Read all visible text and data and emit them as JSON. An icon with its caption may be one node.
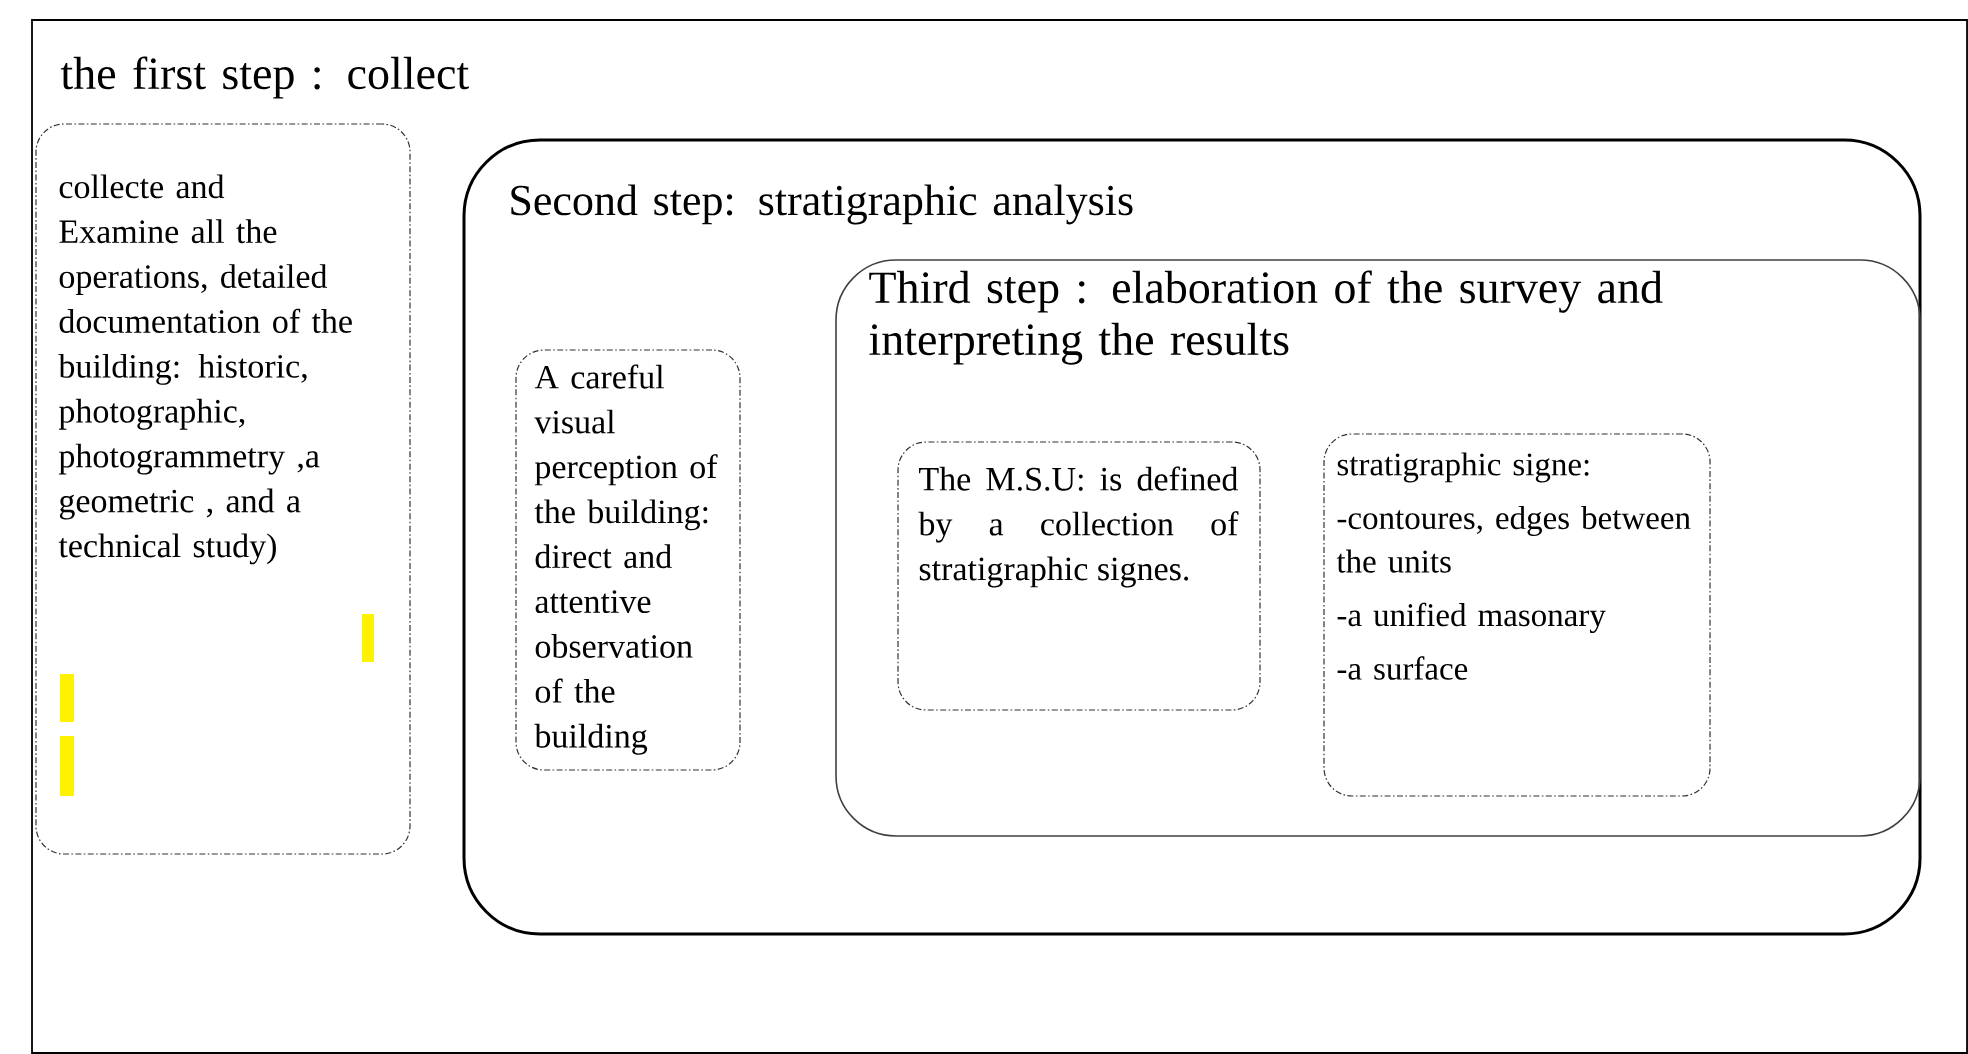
{
  "diagram": {
    "nodes": [
      {
        "text": [
          "the first step : collect"
        ]
      },
      {
        "text": [
          "collecte and Examine all the operations, detailed documentation of the building: historic, photographic, photogrammetry ,a geometric , and a technical study)"
        ],
        "in": 0
      },
      {
        "text": [
          "Second step: stratigraphic analysis"
        ],
        "in": 0
      },
      {
        "text": [
          "A careful visual perception of the building: direct and attentive observation of the building"
        ],
        "in": 2
      },
      {
        "text": [
          "Third step : elaboration of the survey and interpreting the results"
        ],
        "in": 2
      },
      {
        "text": [
          "The M.S.U: is defined by a collection of stratigraphic signes."
        ],
        "in": 4
      },
      {
        "text": [
          "stratigraphic signe:",
          "-contoures, edges between the units",
          "-a unified masonary",
          "-a surface"
        ],
        "in": 4
      }
    ]
  }
}
